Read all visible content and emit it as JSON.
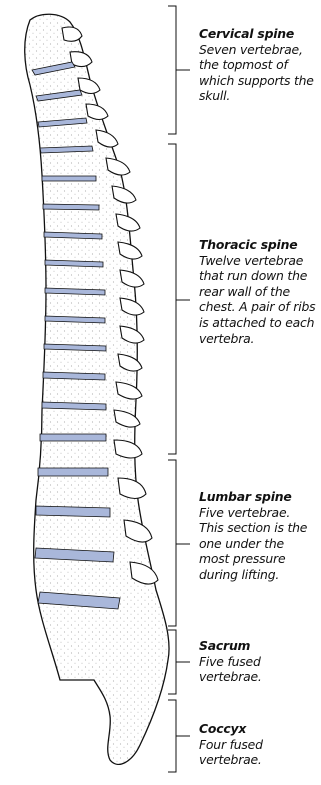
{
  "sections": [
    {
      "title": "Cervical spine",
      "description": "Seven vertebrae, the topmost of which supports the skull."
    },
    {
      "title": "Thoracic spine",
      "description": "Twelve vertebrae that run down the rear wall of the chest. A pair of ribs is attached to each vertebra."
    },
    {
      "title": "Lumbar spine",
      "description": "Five vertebrae. This section is the one under the most pressure during lifting."
    },
    {
      "title": "Sacrum",
      "description": "Five fused vertebrae."
    },
    {
      "title": "Coccyx",
      "description": "Four fused vertebrae."
    }
  ],
  "colors": {
    "disc": "#a9b7da",
    "ink": "#111111",
    "bone": "#ffffff"
  }
}
